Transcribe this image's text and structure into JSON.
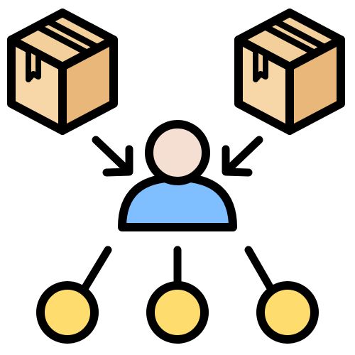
{
  "illustration": {
    "subject": "distribution-icon",
    "boxes": [
      {
        "id": "left",
        "icon": "cardboard-box-icon"
      },
      {
        "id": "right",
        "icon": "cardboard-box-icon"
      }
    ],
    "arrows": [
      {
        "id": "left",
        "icon": "arrow-down-right-icon"
      },
      {
        "id": "right",
        "icon": "arrow-down-left-icon"
      }
    ],
    "person": {
      "icon": "user-icon"
    },
    "nodes": [
      {
        "id": "left",
        "icon": "circle-node-icon"
      },
      {
        "id": "center",
        "icon": "circle-node-icon"
      },
      {
        "id": "right",
        "icon": "circle-node-icon"
      }
    ],
    "colors": {
      "outline": "#000000",
      "box_light": "#f7d7a8",
      "box_dark": "#eab77a",
      "box_shade": "#e5ac66",
      "skin": "#f5ded2",
      "shirt": "#7fbfff",
      "node": "#ffdc6e"
    }
  }
}
